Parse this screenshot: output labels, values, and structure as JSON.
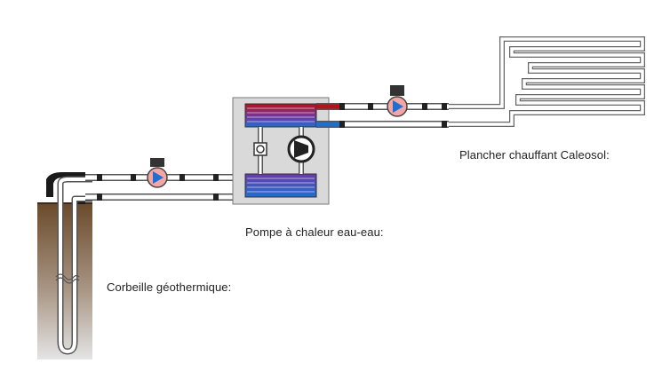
{
  "labels": {
    "floor": "Plancher chauffant Caleosol:",
    "heatpump": "Pompe à chaleur eau-eau:",
    "probe": "Corbeille géothermique:"
  },
  "colors": {
    "hot": "#b5121b",
    "cold": "#1f6fd1",
    "purple": "#6a3aa8",
    "pipe_stroke": "#555555",
    "pump_fill": "#f4a6a6",
    "pump_arrow": "#1f6fd1",
    "soil_top": "#6b4a2a",
    "soil_bottom": "#e2e2e2",
    "housing": "#d9d9d9",
    "fitting": "#222222"
  },
  "icons": [
    "circulation-pump-icon",
    "compressor-icon",
    "expansion-valve-icon",
    "ground-probe-icon",
    "underfloor-coil-icon"
  ]
}
